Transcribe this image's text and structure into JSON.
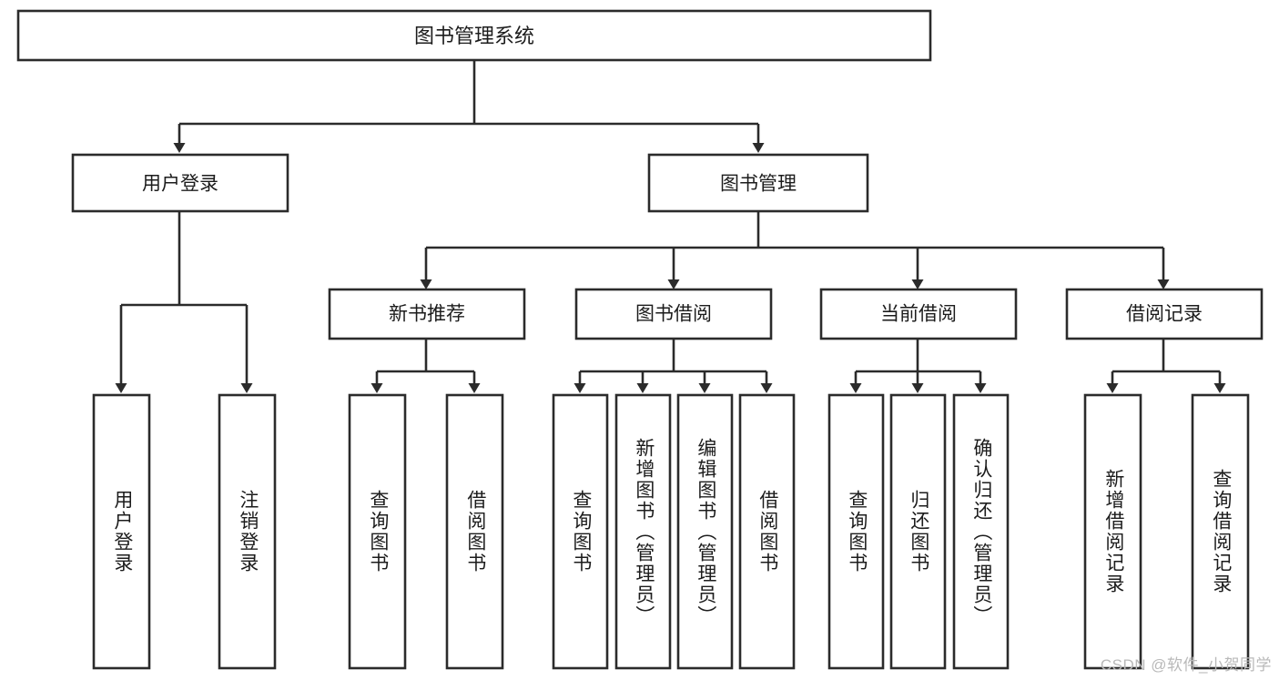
{
  "diagram": {
    "title": "图书管理系统",
    "type": "hierarchy-tree",
    "root": {
      "label": "图书管理系统",
      "name": "root-node-library-management-system"
    },
    "level2": [
      {
        "label": "用户登录",
        "name": "node-user-login"
      },
      {
        "label": "图书管理",
        "name": "node-book-management"
      }
    ],
    "level3": [
      {
        "label": "新书推荐",
        "name": "node-new-book-recommendation"
      },
      {
        "label": "图书借阅",
        "name": "node-book-borrowing"
      },
      {
        "label": "当前借阅",
        "name": "node-current-borrowing"
      },
      {
        "label": "借阅记录",
        "name": "node-borrowing-records"
      }
    ],
    "leaves": {
      "user_login": [
        {
          "label": "用户登录",
          "name": "leaf-user-login"
        },
        {
          "label": "注销登录",
          "name": "leaf-logout"
        }
      ],
      "new_book_recommendation": [
        {
          "label": "查询图书",
          "name": "leaf-query-book-1"
        },
        {
          "label": "借阅图书",
          "name": "leaf-borrow-book-1"
        }
      ],
      "book_borrowing": [
        {
          "label": "查询图书",
          "name": "leaf-query-book-2"
        },
        {
          "label": "新增图书（管理员）",
          "name": "leaf-add-book-admin"
        },
        {
          "label": "编辑图书（管理员）",
          "name": "leaf-edit-book-admin"
        },
        {
          "label": "借阅图书",
          "name": "leaf-borrow-book-2"
        }
      ],
      "current_borrowing": [
        {
          "label": "查询图书",
          "name": "leaf-query-book-3"
        },
        {
          "label": "归还图书",
          "name": "leaf-return-book"
        },
        {
          "label": "确认归还（管理员）",
          "name": "leaf-confirm-return-admin"
        }
      ],
      "borrowing_records": [
        {
          "label": "新增借阅记录",
          "name": "leaf-add-borrow-record"
        },
        {
          "label": "查询借阅记录",
          "name": "leaf-query-borrow-record"
        }
      ]
    }
  },
  "watermark": {
    "text": "CSDN @软件_小贺同学"
  },
  "colors": {
    "stroke": "#2b2b2b",
    "fill": "#ffffff",
    "text": "#1c1c1c",
    "watermark": "#b9b9b9"
  }
}
